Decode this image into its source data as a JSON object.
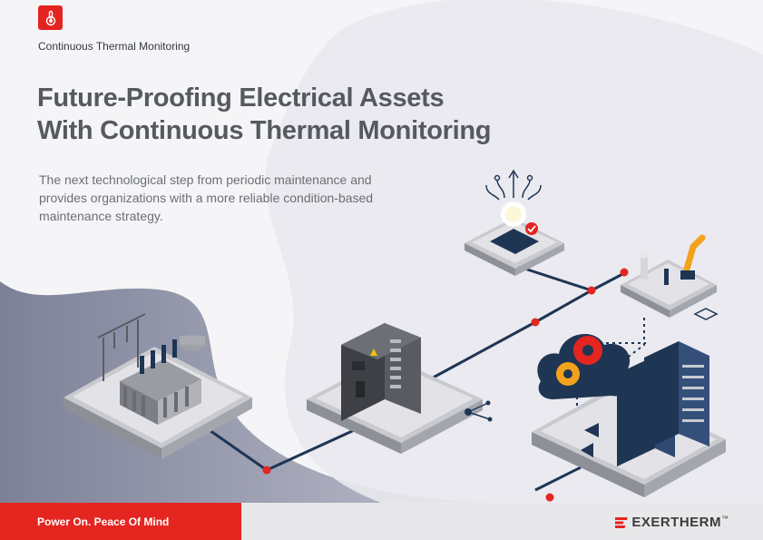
{
  "header": {
    "section_label": "Continuous Thermal Monitoring",
    "badge_icon": "thermometer-icon"
  },
  "hero": {
    "title_line1": "Future-Proofing Electrical Assets",
    "title_line2": "With Continuous Thermal Monitoring",
    "subtitle": "The next technological step from periodic maintenance and provides organizations with a more reliable condition-based maintenance strategy."
  },
  "footer": {
    "tagline": "Power On. Peace Of Mind",
    "logo_text": "EXERTHERM",
    "logo_mark": "™"
  },
  "colors": {
    "brand_red": "#e42520",
    "title_gray": "#555a5f",
    "navy": "#1f3554",
    "footer_gray": "#e8e8ea"
  }
}
